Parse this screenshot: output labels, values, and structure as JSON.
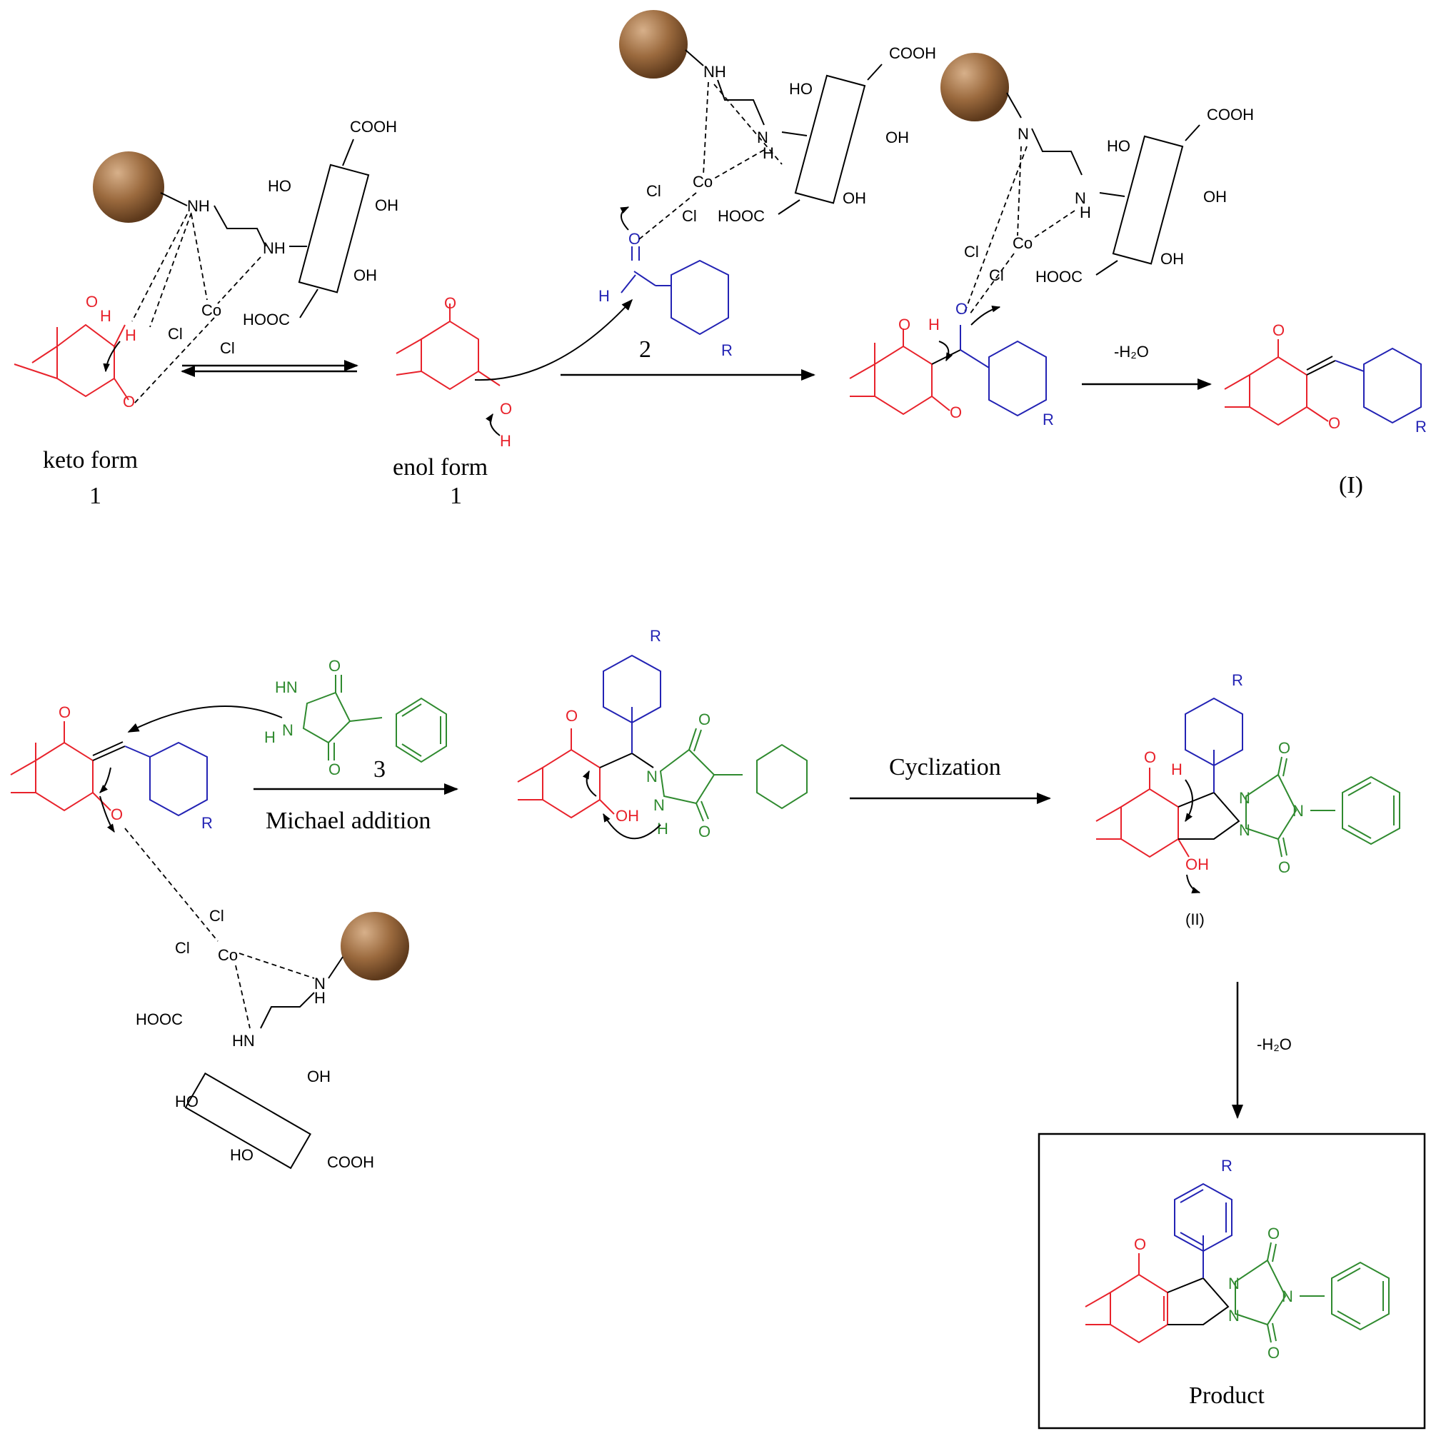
{
  "labels": {
    "keto_form": "keto form",
    "keto_num": "1",
    "enol_form": "enol form",
    "enol_num": "1",
    "aldehyde_num": "2",
    "minus_h2o_1": "-H₂O",
    "intermediate_I": "(I)",
    "urazole_num": "3",
    "michael_addition": "Michael addition",
    "cyclization": "Cyclization",
    "intermediate_II": "(II)",
    "minus_h2o_2": "-H₂O",
    "product": "Product"
  },
  "atoms": {
    "cooh": "COOH",
    "hooc": "HOOC",
    "oh": "OH",
    "ho": "HO",
    "nh": "NH",
    "hn": "HN",
    "n": "N",
    "h": "H",
    "co": "Co",
    "cl": "Cl",
    "o": "O",
    "r": "R"
  },
  "colors": {
    "dimedone": "#e8222b",
    "aryl": "#2323b4",
    "urazole": "#2f8a2f",
    "support_bead": "#8b5a2b",
    "catalyst": "#000000"
  }
}
